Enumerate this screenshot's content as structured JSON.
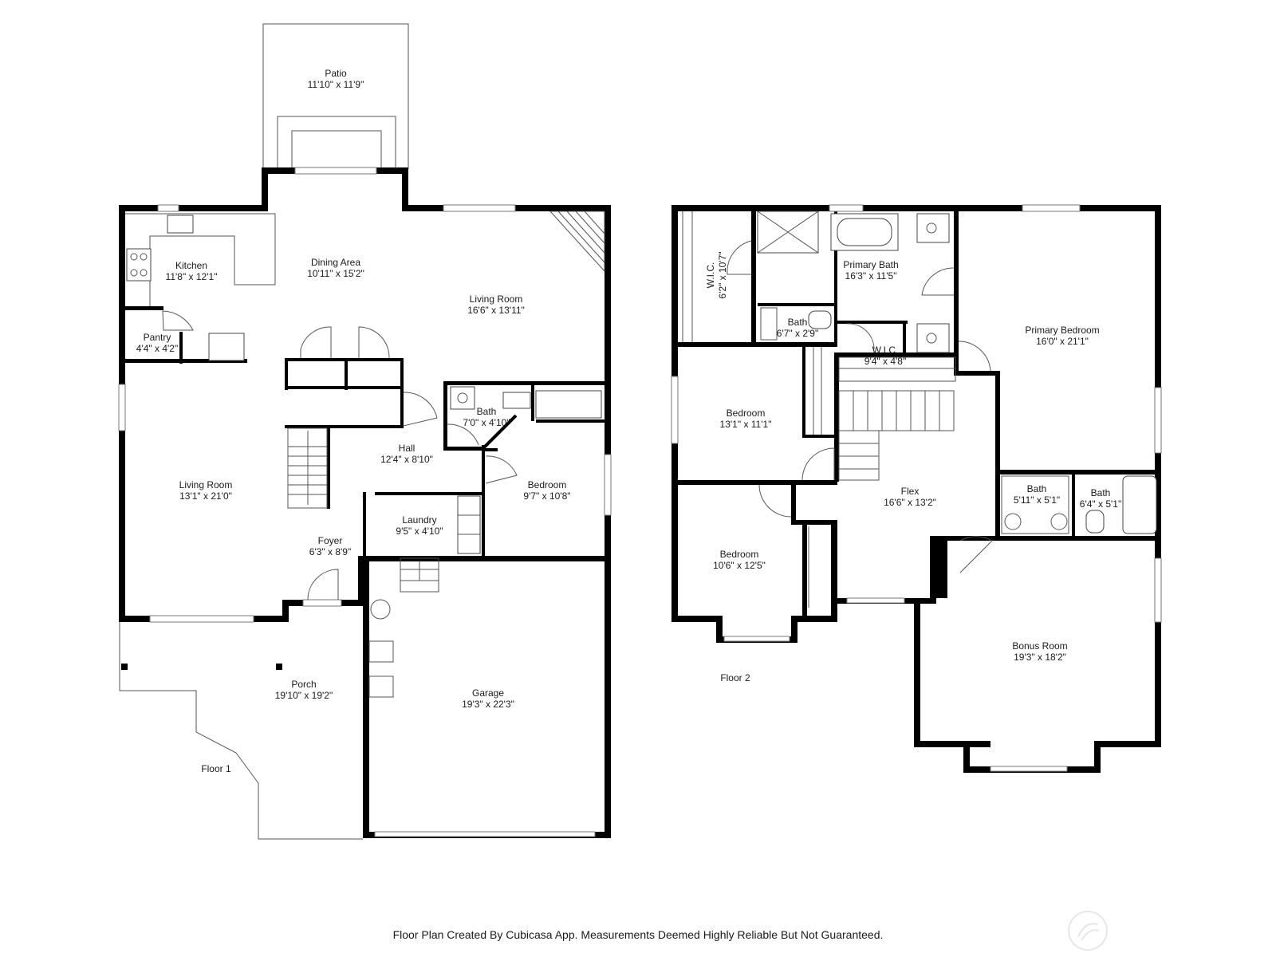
{
  "floor1": {
    "label": "Floor 1",
    "rooms": [
      {
        "name": "Patio",
        "dims": "11'10\" x 11'9\""
      },
      {
        "name": "Dining Area",
        "dims": "10'11\" x 15'2\""
      },
      {
        "name": "Kitchen",
        "dims": "11'8\" x 12'1\""
      },
      {
        "name": "Pantry",
        "dims": "4'4\" x 4'2\""
      },
      {
        "name": "Living Room",
        "dims": "16'6\" x 13'11\""
      },
      {
        "name": "Living Room",
        "dims": "13'1\" x 21'0\""
      },
      {
        "name": "Bath",
        "dims": "7'0\" x 4'10\""
      },
      {
        "name": "Hall",
        "dims": "12'4\" x 8'10\""
      },
      {
        "name": "Bedroom",
        "dims": "9'7\" x 10'8\""
      },
      {
        "name": "Laundry",
        "dims": "9'5\" x 4'10\""
      },
      {
        "name": "Foyer",
        "dims": "6'3\" x 8'9\""
      },
      {
        "name": "Porch",
        "dims": "19'10\" x 19'2\""
      },
      {
        "name": "Garage",
        "dims": "19'3\" x 22'3\""
      }
    ]
  },
  "floor2": {
    "label": "Floor 2",
    "rooms": [
      {
        "name": "W.I.C.",
        "dims": "6'2\" x 10'7\""
      },
      {
        "name": "Primary Bath",
        "dims": "16'3\" x 11'5\""
      },
      {
        "name": "Bath",
        "dims": "6'7\" x 2'9\""
      },
      {
        "name": "W.I.C.",
        "dims": "9'4\" x 4'8\""
      },
      {
        "name": "Primary Bedroom",
        "dims": "16'0\" x 21'1\""
      },
      {
        "name": "Bedroom",
        "dims": "13'1\" x 11'1\""
      },
      {
        "name": "Flex",
        "dims": "16'6\" x 13'2\""
      },
      {
        "name": "Bath",
        "dims": "5'11\" x 5'1\""
      },
      {
        "name": "Bath",
        "dims": "6'4\" x 5'1\""
      },
      {
        "name": "Bedroom",
        "dims": "10'6\" x 12'5\""
      },
      {
        "name": "Bonus Room",
        "dims": "19'3\" x 18'2\""
      }
    ]
  },
  "footer": "Floor Plan Created By Cubicasa App. Measurements Deemed Highly Reliable But Not Guaranteed.",
  "colors": {
    "wall": "#000000",
    "background": "#ffffff",
    "logo": "#e6e6e6"
  }
}
